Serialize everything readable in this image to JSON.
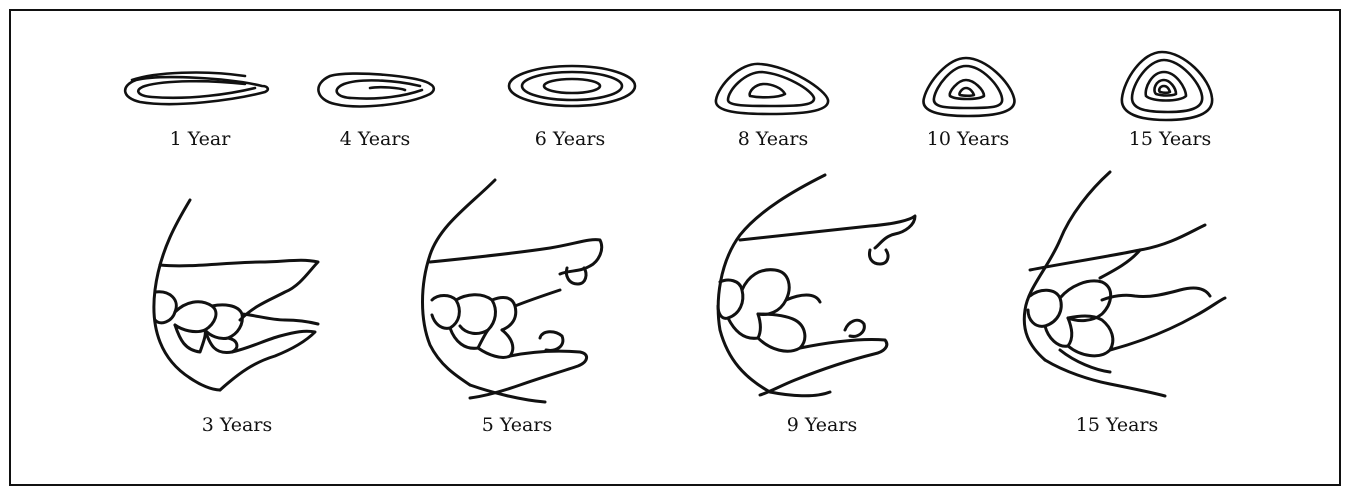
{
  "top_row": {
    "labels": [
      "1  Year",
      "4 Years",
      "6 Years",
      "8 Years",
      "10 Years",
      "15 Years"
    ]
  },
  "bottom_row": {
    "labels": [
      "3 Years",
      "5 Years",
      "9 Years",
      "15 Years"
    ]
  }
}
